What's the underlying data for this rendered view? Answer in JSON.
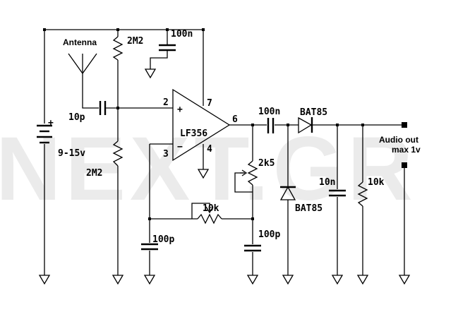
{
  "watermark": "NEXT.GR",
  "labels": {
    "antenna": "Antenna",
    "r_top": "2M2",
    "c_top": "100n",
    "c_in": "10p",
    "r_bottom": "2M2",
    "battery_plus": "+",
    "battery_voltage": "9-15v",
    "opamp": "LF356",
    "pin2": "2",
    "pin3": "3",
    "pin4": "4",
    "pin6": "6",
    "pin7": "7",
    "pin_plus": "+",
    "pin_minus": "−",
    "c_out": "100n",
    "diode_top": "BAT85",
    "pot_2k5": "2k5",
    "diode_mid": "BAT85",
    "c_filter": "10n",
    "r_load": "10k",
    "pot_10k": "10k",
    "c_fb_left": "100p",
    "c_fb_right": "100p",
    "audio_out_line1": "Audio out",
    "audio_out_line2": "max 1v"
  }
}
